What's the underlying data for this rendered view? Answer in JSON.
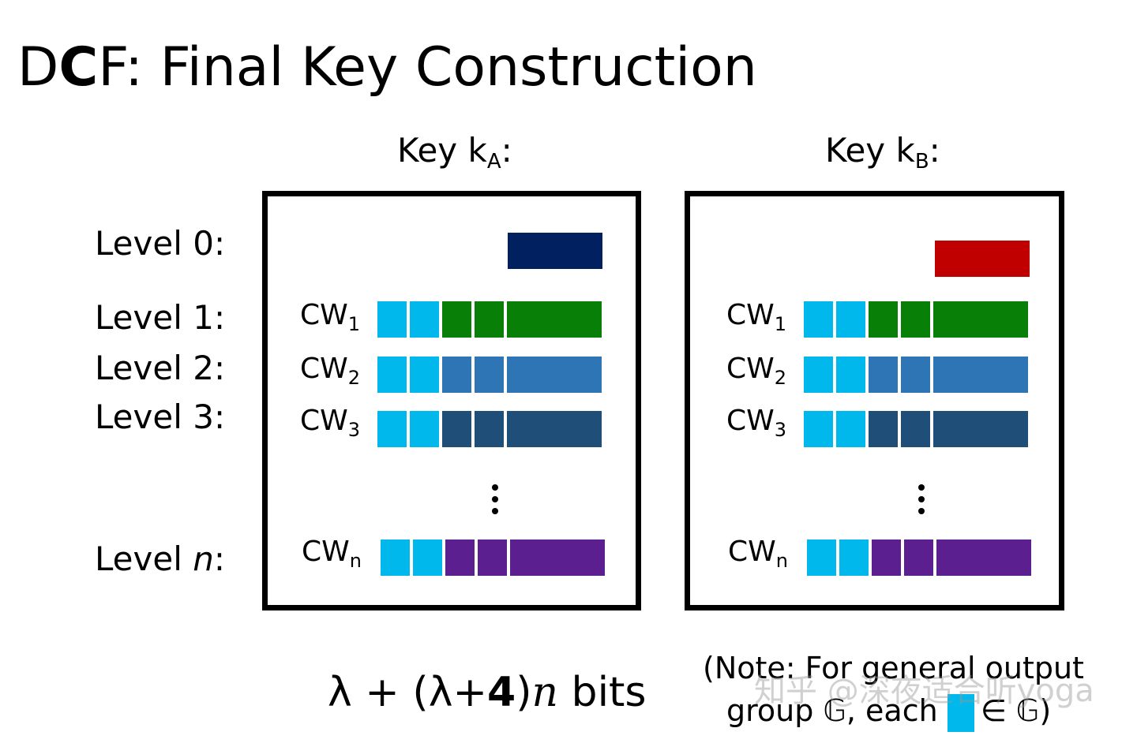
{
  "title": {
    "d": "D",
    "c": "C",
    "rest": "F: Final Key Construction"
  },
  "keys": [
    {
      "label_main": "Key k",
      "label_sub": "A",
      "label_end": ":"
    },
    {
      "label_main": "Key k",
      "label_sub": "B",
      "label_end": ":"
    }
  ],
  "levels": [
    {
      "text": "Level 0:"
    },
    {
      "text": "Level 1:"
    },
    {
      "text": "Level 2:"
    },
    {
      "text": "Level 3:"
    },
    {
      "prefix": "Level ",
      "var": "n",
      "suffix": ":"
    }
  ],
  "cw_rows": [
    {
      "main": "CW",
      "sub": "1",
      "segment_color": "#088008"
    },
    {
      "main": "CW",
      "sub": "2",
      "segment_color": "#2e75b6"
    },
    {
      "main": "CW",
      "sub": "3",
      "segment_color": "#1f4e79"
    },
    {
      "main": "CW",
      "sub": "n",
      "segment_color": "#5b1f8f"
    }
  ],
  "colors": {
    "light_blue": "#00b8eb",
    "seed_A": "#002060",
    "seed_B": "#c00000"
  },
  "bits": {
    "a": "λ + (λ+",
    "b": "4",
    "c": ")",
    "n": "n",
    "d": " bits"
  },
  "note": {
    "line1": "(Note: For general output",
    "line2a": "group 𝔾, each",
    "line2b": "∈ 𝔾)"
  },
  "watermark": "知乎 @深夜适合听yoga"
}
